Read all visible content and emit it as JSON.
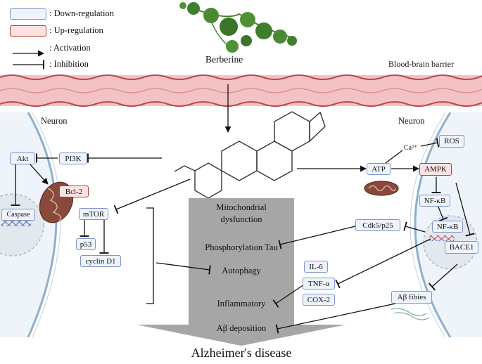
{
  "legend": {
    "down": ": Down-regulation",
    "up": ": Up-regulation",
    "activation": ": Activation",
    "inhibition": ": Inhibition"
  },
  "top": {
    "compound": "Berberine",
    "barrier": "Blood-brain barrier"
  },
  "left_neuron": {
    "title": "Neuron",
    "boxes": {
      "akt": "Akt",
      "pi3k": "PI3K",
      "bcl2": "Bcl-2",
      "caspase": "Caspase",
      "mtor": "mTOR",
      "p53": "p53",
      "cyclin": "cyclin D1"
    }
  },
  "right_neuron": {
    "title": "Neuron",
    "ca": "Ca²⁺",
    "boxes": {
      "ros": "ROS",
      "atp": "ATP",
      "ampk": "AMPK",
      "nfkb": "NF-κB",
      "nfkb2": "NF-κB",
      "cdk5": "Cdk5/p25",
      "bace1": "BACE1",
      "abeta": "Aβ fibies"
    }
  },
  "middle": {
    "items": [
      "Mitochondrial dysfunction",
      "Phosphorylation Tau",
      "Autophagy",
      "Inflammatory",
      "Aβ deposition"
    ],
    "cytokines": [
      "IL-6",
      "TNF-α",
      "COX-2"
    ],
    "outcome": "Alzheimer's disease"
  },
  "colors": {
    "down_border": "#7d95c9",
    "down_fill": "#eef3fd",
    "up_border": "#c0392b",
    "up_fill": "#fbe3e3",
    "membrane": "#f3c2c4",
    "membrane_wave": "#b8484f",
    "cell_fill": "#eef4f9",
    "arrow_gray": "#a6a6a6"
  }
}
